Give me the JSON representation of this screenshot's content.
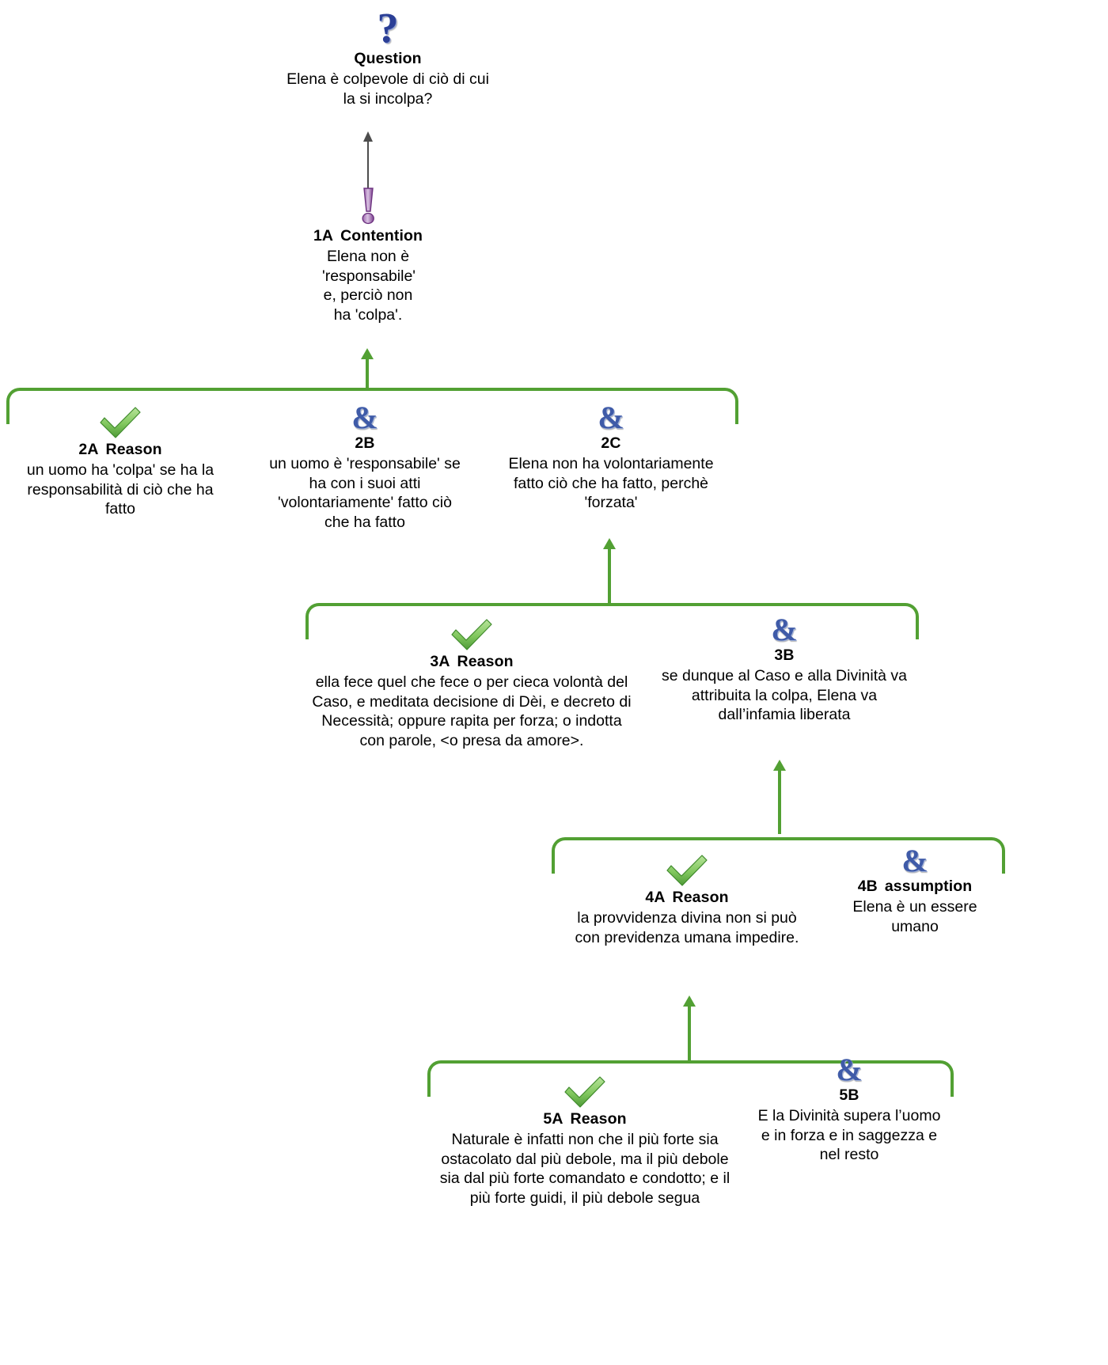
{
  "diagram": {
    "type": "argument-map",
    "language": "it",
    "accent_green": "#52a033",
    "icon_blue": "#3f5ba8",
    "icon_purple": "#8e4f9e",
    "icon_check_green": "#76c151"
  },
  "nodes": [
    {
      "id": "question",
      "icon": "question-mark-icon",
      "number": "",
      "label": "Question",
      "text": "Elena è colpevole di ciò di cui la si incolpa?"
    },
    {
      "id": "1A",
      "icon": "exclamation-mark-icon",
      "number": "1A",
      "label": "Contention",
      "text": "Elena non è 'responsabile' e, perciò non ha 'colpa'."
    },
    {
      "id": "2A",
      "icon": "green-check-icon",
      "number": "2A",
      "label": "Reason",
      "text": "un uomo ha 'colpa' se ha la responsabilità di ciò che ha fatto"
    },
    {
      "id": "2B",
      "icon": "ampersand-icon",
      "number": "2B",
      "label": "",
      "text": "un uomo è 'responsabile' se ha con i suoi atti 'volontariamente' fatto ciò che ha fatto"
    },
    {
      "id": "2C",
      "icon": "ampersand-icon",
      "number": "2C",
      "label": "",
      "text": "Elena non ha volontariamente fatto ciò che ha fatto, perchè 'forzata'"
    },
    {
      "id": "3A",
      "icon": "green-check-icon",
      "number": "3A",
      "label": "Reason",
      "text": "ella fece quel che fece o per cieca volontà del Caso, e meditata decisione di Dèi, e decreto di Necessità; oppure rapita per forza; o indotta con parole, <o presa da amore>."
    },
    {
      "id": "3B",
      "icon": "ampersand-icon",
      "number": "3B",
      "label": "",
      "text": "se dunque al Caso e alla Divinità va attribuita la colpa, Elena va dall’infamia liberata"
    },
    {
      "id": "4A",
      "icon": "green-check-icon",
      "number": "4A",
      "label": "Reason",
      "text": "la provvidenza divina non si può con previdenza umana impedire."
    },
    {
      "id": "4B",
      "icon": "ampersand-icon",
      "number": "4B",
      "label": "assumption",
      "text": "Elena è un essere umano"
    },
    {
      "id": "5A",
      "icon": "green-check-icon",
      "number": "5A",
      "label": "Reason",
      "text": "Naturale è infatti non che il più forte sia ostacolato dal più debole, ma il più debole sia dal più forte comandato e condotto; e il più forte guidi, il più debole segua"
    },
    {
      "id": "5B",
      "icon": "ampersand-icon",
      "number": "5B",
      "label": "",
      "text": "E la Divinità supera l’uomo e in forza e in saggezza e nel resto"
    }
  ]
}
